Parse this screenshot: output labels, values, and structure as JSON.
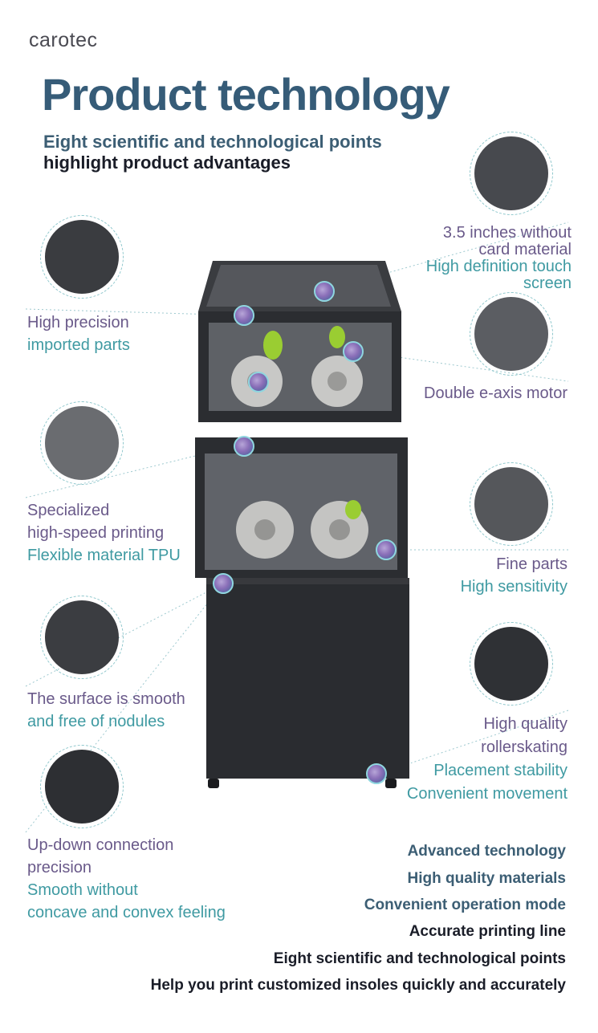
{
  "brand": "carotec",
  "header": {
    "title": "Product technology",
    "subtitle_line1": "Eight scientific and technological points",
    "subtitle_line2": "highlight product advantages"
  },
  "features": {
    "high_precision": {
      "line1": "High precision",
      "line2": "imported parts"
    },
    "touch_screen": {
      "line1": "3.5 inches without",
      "line2": "card material",
      "line3": "High definition touch",
      "line4": "screen"
    },
    "motor": {
      "line1": "Double e-axis motor"
    },
    "tpu": {
      "line1": "Specialized",
      "line2": "high-speed printing",
      "line3": "Flexible material TPU"
    },
    "fine_parts": {
      "line1": "Fine parts",
      "line2": "High sensitivity"
    },
    "surface": {
      "line1": "The surface is smooth",
      "line2": "and free of nodules"
    },
    "rollerskating": {
      "line1": "High quality",
      "line2": "rollerskating",
      "line3": "Placement stability",
      "line4": "Convenient movement"
    },
    "connection": {
      "line1": "Up-down connection",
      "line2": "precision",
      "line3": "Smooth without",
      "line4": "concave and convex feeling"
    }
  },
  "summary": [
    "Advanced technology",
    "High quality materials",
    "Convenient operation mode",
    "Accurate printing line",
    "Eight scientific and technological points",
    "Help you print customized insoles quickly and accurately"
  ],
  "colors": {
    "title": "#365c78",
    "purple_text": "#6a5a8a",
    "teal_text": "#3f9aa2",
    "machine": "#2b2d31"
  }
}
